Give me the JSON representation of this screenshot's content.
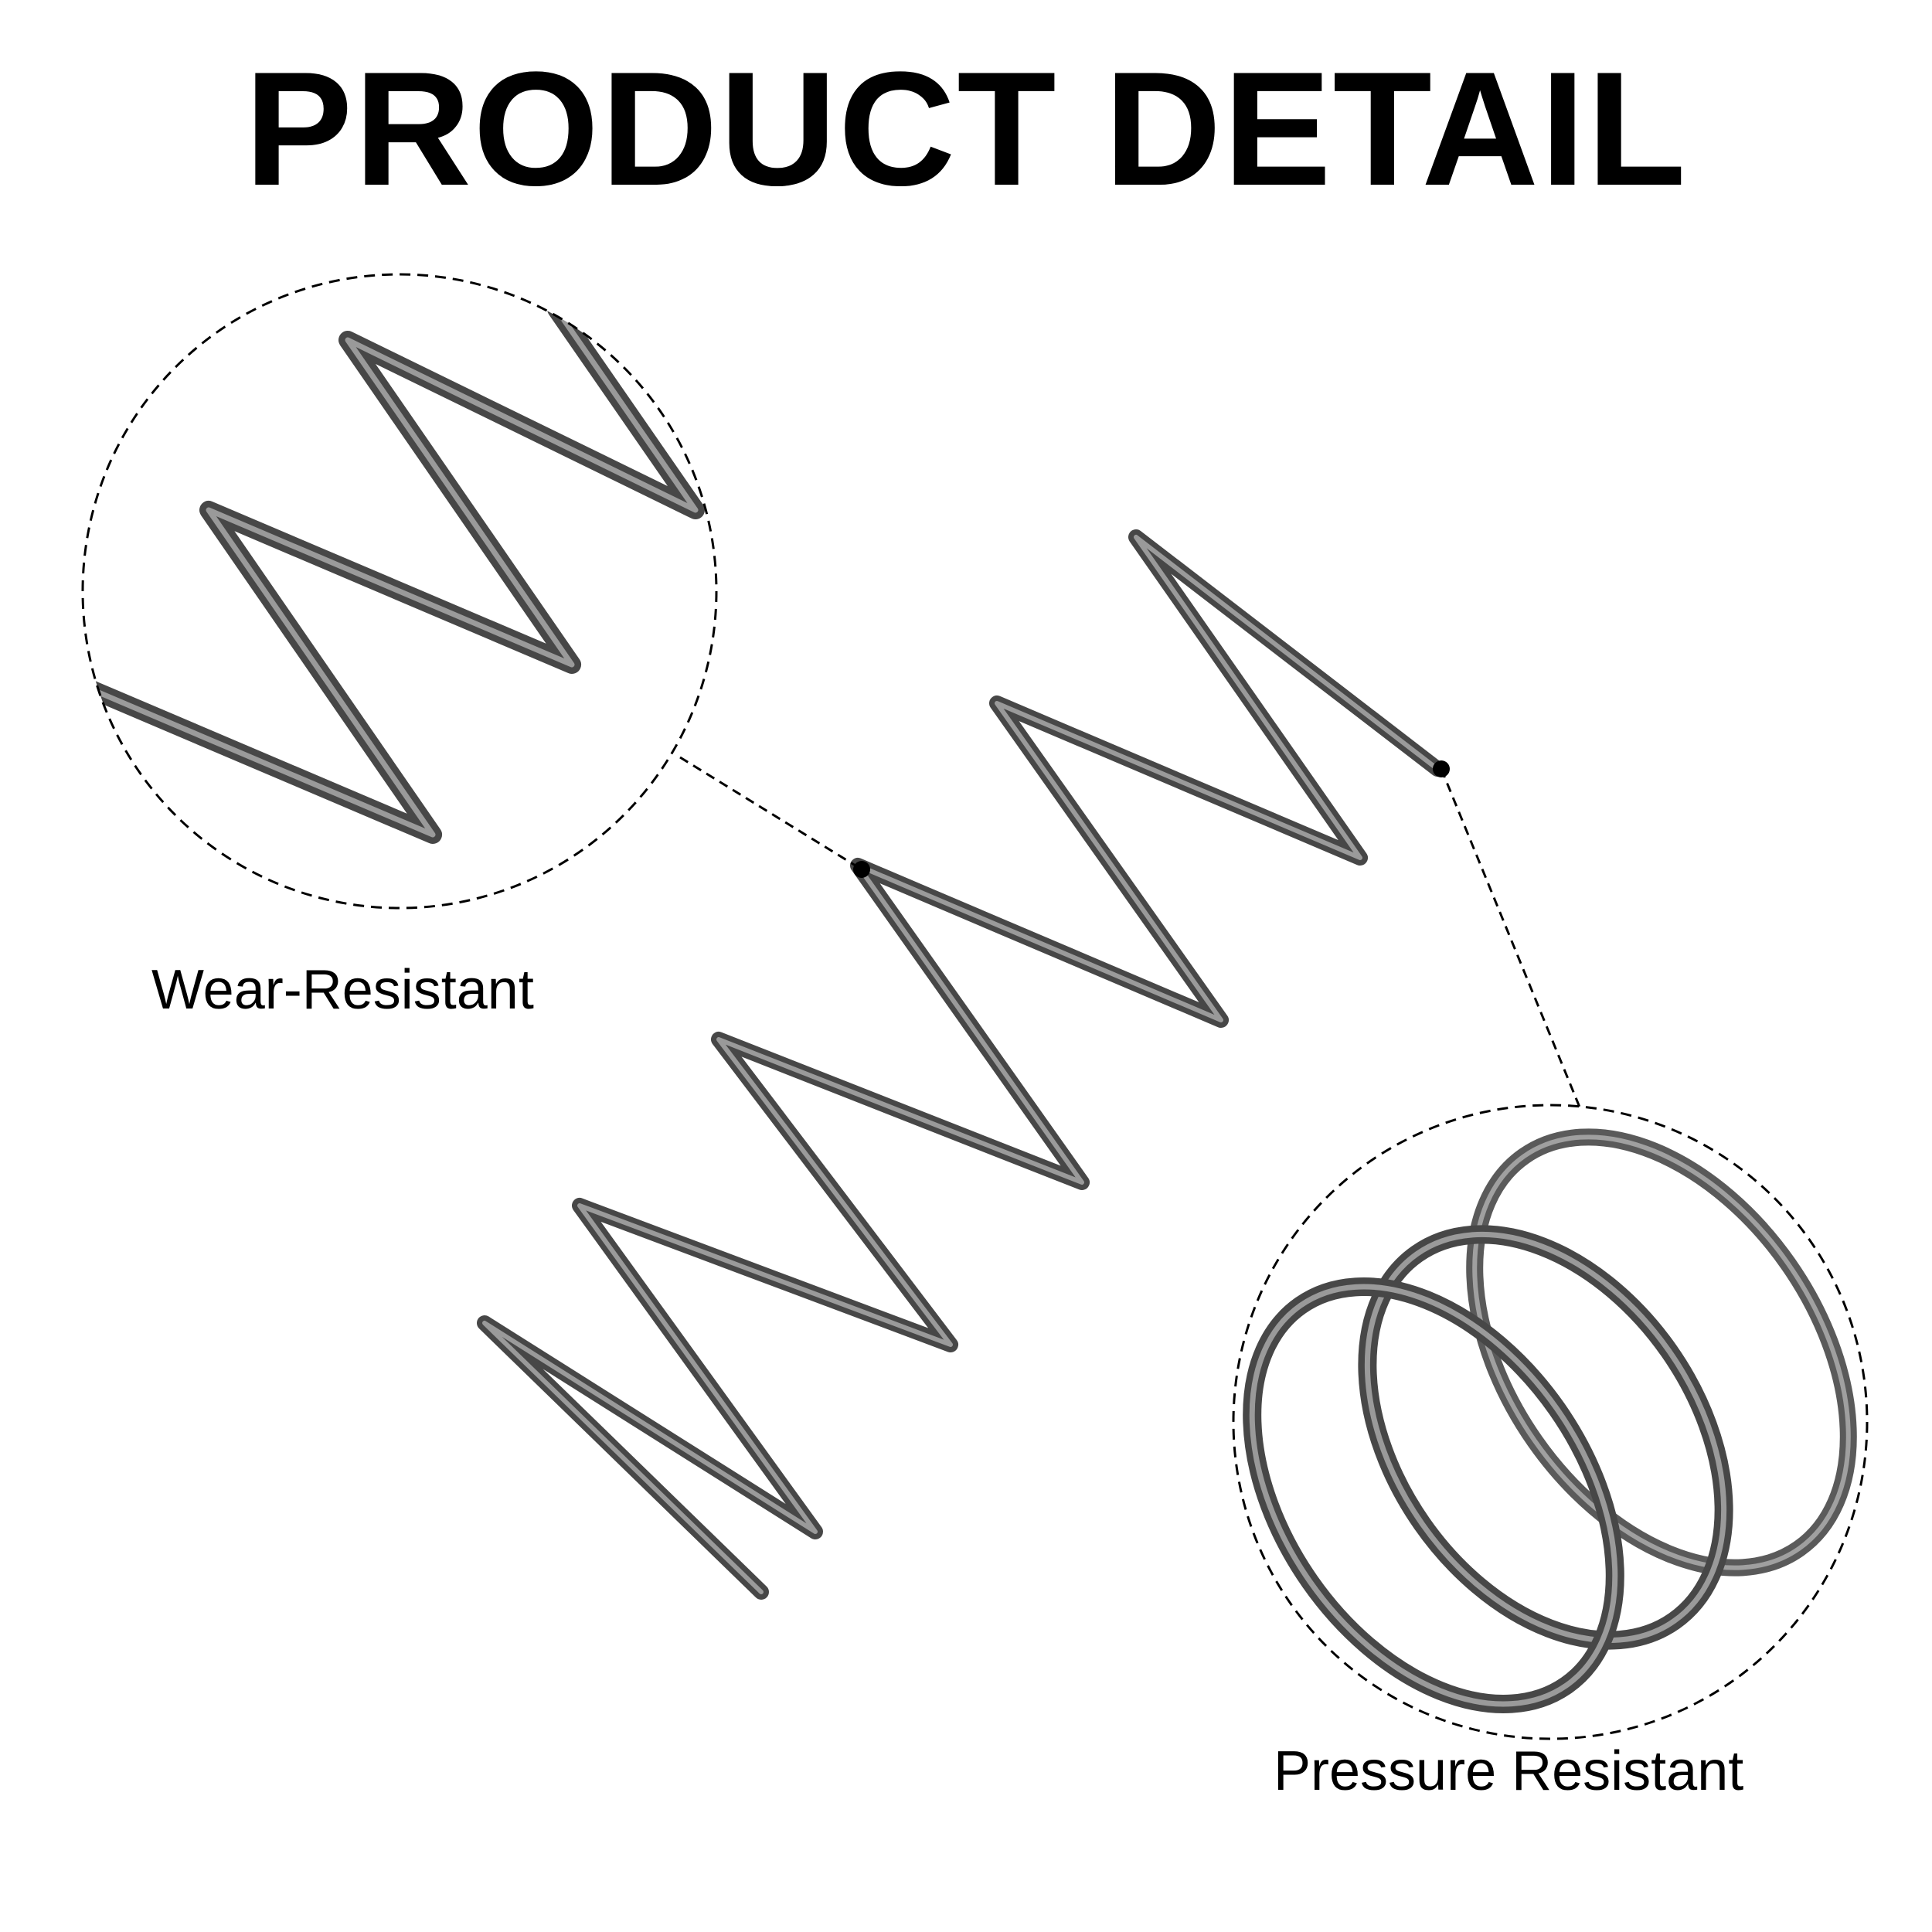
{
  "title": "PRODUCT DETAIL",
  "callouts": [
    {
      "label": "Wear-Resistant"
    },
    {
      "label": "Pressure Resistant"
    }
  ],
  "colors": {
    "background": "#ffffff",
    "text": "#000000",
    "spring_wire": "#4a4a4a",
    "spring_highlight": "#8e8e8e",
    "dashed_line": "#000000"
  }
}
